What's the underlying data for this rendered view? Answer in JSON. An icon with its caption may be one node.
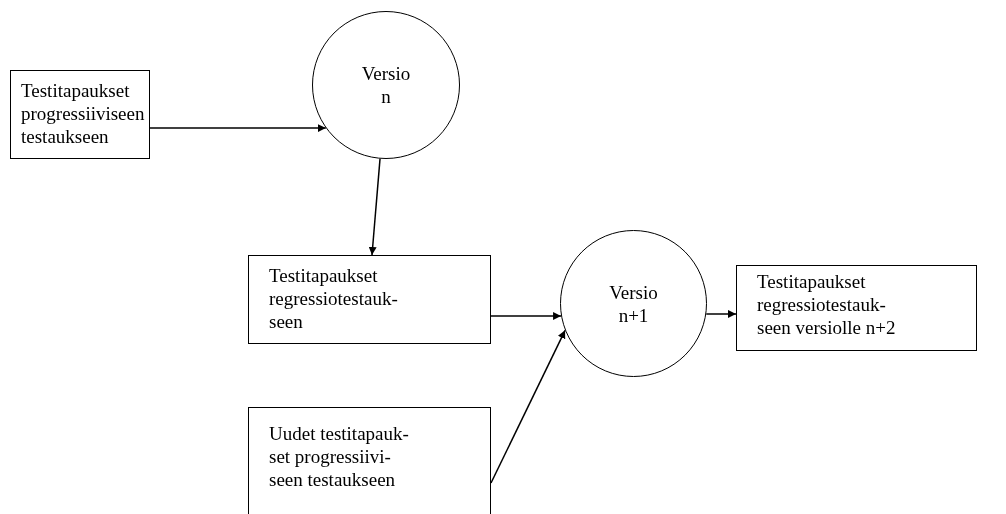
{
  "diagram": {
    "nodes": [
      {
        "text": [
          "Testitapaukset progressiiviseen testaukseen"
        ]
      },
      {
        "text": [
          "Versio n"
        ]
      },
      {
        "text": [
          "Testitapaukset regressiotestauk- seen"
        ]
      },
      {
        "text": [
          "Versio n+1"
        ]
      },
      {
        "text": [
          "Testitapaukset regressiotestauk- seen versiolle n+2"
        ]
      },
      {
        "text": [
          "Uudet testitapauk- set progressiivi- seen testaukseen"
        ]
      }
    ],
    "edges": [
      {
        "from": 0,
        "to": 1,
        "arrow": "to"
      },
      {
        "from": 1,
        "to": 2,
        "arrow": "to"
      },
      {
        "from": 2,
        "to": 3,
        "arrow": "to"
      },
      {
        "from": 5,
        "to": 3,
        "arrow": "to"
      },
      {
        "from": 3,
        "to": 4,
        "arrow": "to"
      }
    ]
  }
}
